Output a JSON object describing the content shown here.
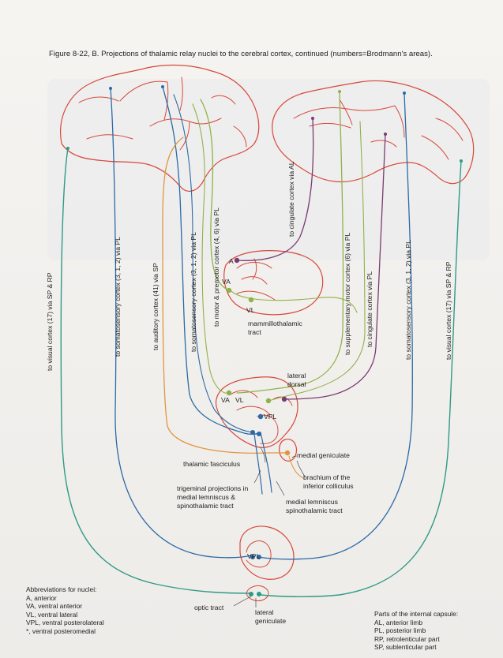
{
  "figure": {
    "title": "Figure 8-22, B. Projections of thalamic relay nuclei to the cerebral cortex, continued (numbers=Brodmann's areas)."
  },
  "tract_labels": {
    "visual_left": "to visual cortex (17) via SP & RP",
    "somatosensory_left": "to somatosensory cortex (3, 1, 2) via PL",
    "auditory": "to auditory cortex (41) via SP",
    "somatosensory_mid": "to somatosensory cortex (3, 1, 2) via PL",
    "motor": "to motor & premotor cortex (4, 6) via PL",
    "cingulate_al": "to cingulate cortex via AL",
    "supplementary": "to supplementary motor cortex (6) via PL",
    "cingulate_pl": "to cingulate cortex via PL",
    "somatosensory_right": "to somatosensory cortex (3, 1, 2) via PL",
    "visual_right": "to visual cortex (17) via SP & RP"
  },
  "nucleus_labels": {
    "A": "A",
    "VA_top": "VA",
    "VL_top": "VL",
    "VA_mid": "VA",
    "VL_mid": "VL",
    "VPL_mid": "VPL",
    "VPL_low": "VPL"
  },
  "structure_labels": {
    "mammillo_1": "mammillothalamic",
    "mammillo_2": "tract",
    "lateral_dorsal_1": "lateral",
    "lateral_dorsal_2": "dorsal",
    "thalamic_fasciculus": "thalamic fasciculus",
    "medial_geniculate": "medial geniculate",
    "brachium_1": "brachium of the",
    "brachium_2": "inferior colliculus",
    "trigeminal_1": "trigeminal projections in",
    "trigeminal_2": "medial lemniscus &",
    "trigeminal_3": "spinothalamic tract",
    "medial_lemniscus_1": "medial lemniscus",
    "medial_lemniscus_2": "spinothalamic tract",
    "optic_tract": "optic tract",
    "lateral_geniculate_1": "lateral",
    "lateral_geniculate_2": "geniculate"
  },
  "abbreviations": {
    "heading": "Abbreviations for nuclei:",
    "items": [
      "A, anterior",
      "VA, ventral anterior",
      "VL, ventral lateral",
      "VPL, ventral posterolateral",
      "*, ventral posteromedial"
    ]
  },
  "capsule_parts": {
    "heading": "Parts of the internal capsule:",
    "items": [
      "AL, anterior limb",
      "PL, posterior limb",
      "RP, retrolenticular part",
      "SP, sublenticular part"
    ]
  },
  "colors": {
    "outline": "#d6483b",
    "somatosensory": "#2a6aa6",
    "motor": "#8fb14a",
    "auditory": "#e0963f",
    "cingulate": "#7a3a72",
    "visual": "#2f9a86"
  }
}
